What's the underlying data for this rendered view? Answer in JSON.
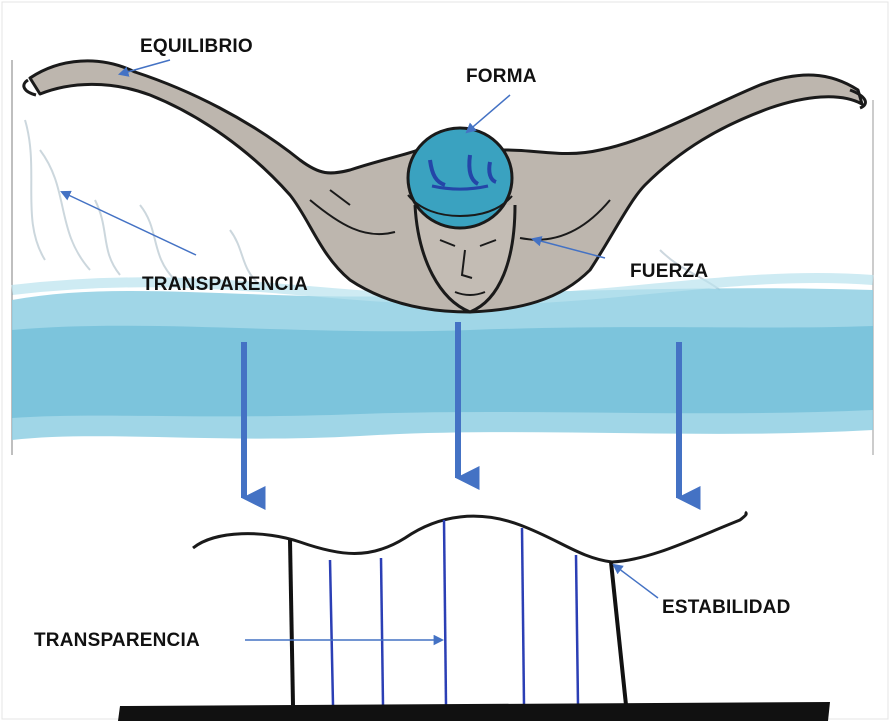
{
  "labels": {
    "equilibrio": "EQUILIBRIO",
    "forma": "FORMA",
    "transparencia_top": "TRANSPARENCIA",
    "fuerza": "FUERZA",
    "estabilidad": "ESTABILIDAD",
    "transparencia_bottom": "TRANSPARENCIA"
  },
  "colors": {
    "pointer_arrow": "#4472C4",
    "water": "#7cc4dd",
    "skin": "#b9b2aa",
    "cap": "#3aa2c0",
    "ink": "#111111",
    "pillar": "#2b3fb5"
  }
}
